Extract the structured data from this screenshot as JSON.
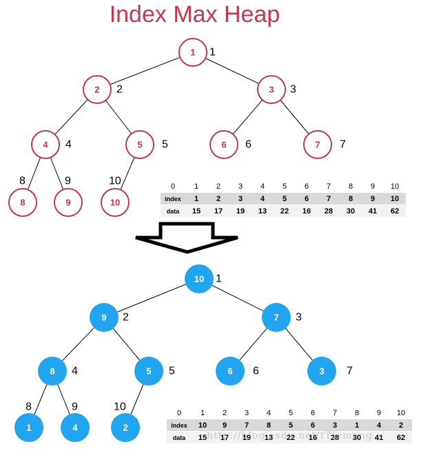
{
  "title": "Index Max Heap",
  "colors": {
    "top_node_stroke": "#c0394d",
    "top_node_fill": "#ffffff",
    "bottom_node_fill": "#22a4ef",
    "bottom_node_text": "#ffffff",
    "title": "#c0394d"
  },
  "top_tree": {
    "nodes": [
      {
        "label": "1",
        "pos": "1"
      },
      {
        "label": "2",
        "pos": "2"
      },
      {
        "label": "3",
        "pos": "3"
      },
      {
        "label": "4",
        "pos": "4"
      },
      {
        "label": "5",
        "pos": "5"
      },
      {
        "label": "6",
        "pos": "6"
      },
      {
        "label": "7",
        "pos": "7"
      },
      {
        "label": "8",
        "pos": "8"
      },
      {
        "label": "9",
        "pos": "9"
      },
      {
        "label": "10",
        "pos": "10"
      }
    ]
  },
  "top_table": {
    "header": [
      "0",
      "1",
      "2",
      "3",
      "4",
      "5",
      "6",
      "7",
      "8",
      "9",
      "10"
    ],
    "index_label": "index",
    "index": [
      "1",
      "2",
      "3",
      "4",
      "5",
      "6",
      "7",
      "8",
      "9",
      "10"
    ],
    "data_label": "data",
    "data": [
      "15",
      "17",
      "19",
      "13",
      "22",
      "16",
      "28",
      "30",
      "41",
      "62"
    ]
  },
  "bottom_tree": {
    "nodes": [
      {
        "label": "10",
        "pos": "1"
      },
      {
        "label": "9",
        "pos": "2"
      },
      {
        "label": "7",
        "pos": "3"
      },
      {
        "label": "8",
        "pos": "4"
      },
      {
        "label": "5",
        "pos": "5"
      },
      {
        "label": "6",
        "pos": "6"
      },
      {
        "label": "3",
        "pos": "7"
      },
      {
        "label": "1",
        "pos": "8"
      },
      {
        "label": "4",
        "pos": "9"
      },
      {
        "label": "2",
        "pos": "10"
      }
    ]
  },
  "bottom_table": {
    "header": [
      "0",
      "1",
      "2",
      "3",
      "4",
      "5",
      "6",
      "7",
      "8",
      "9",
      "10"
    ],
    "index_label": "index",
    "index": [
      "10",
      "9",
      "7",
      "8",
      "5",
      "6",
      "3",
      "1",
      "4",
      "2"
    ],
    "data_label": "data",
    "data": [
      "15",
      "17",
      "19",
      "13",
      "22",
      "16",
      "28",
      "30",
      "41",
      "62"
    ]
  },
  "watermark": "http://blog.csdn.net/tTfemeng"
}
